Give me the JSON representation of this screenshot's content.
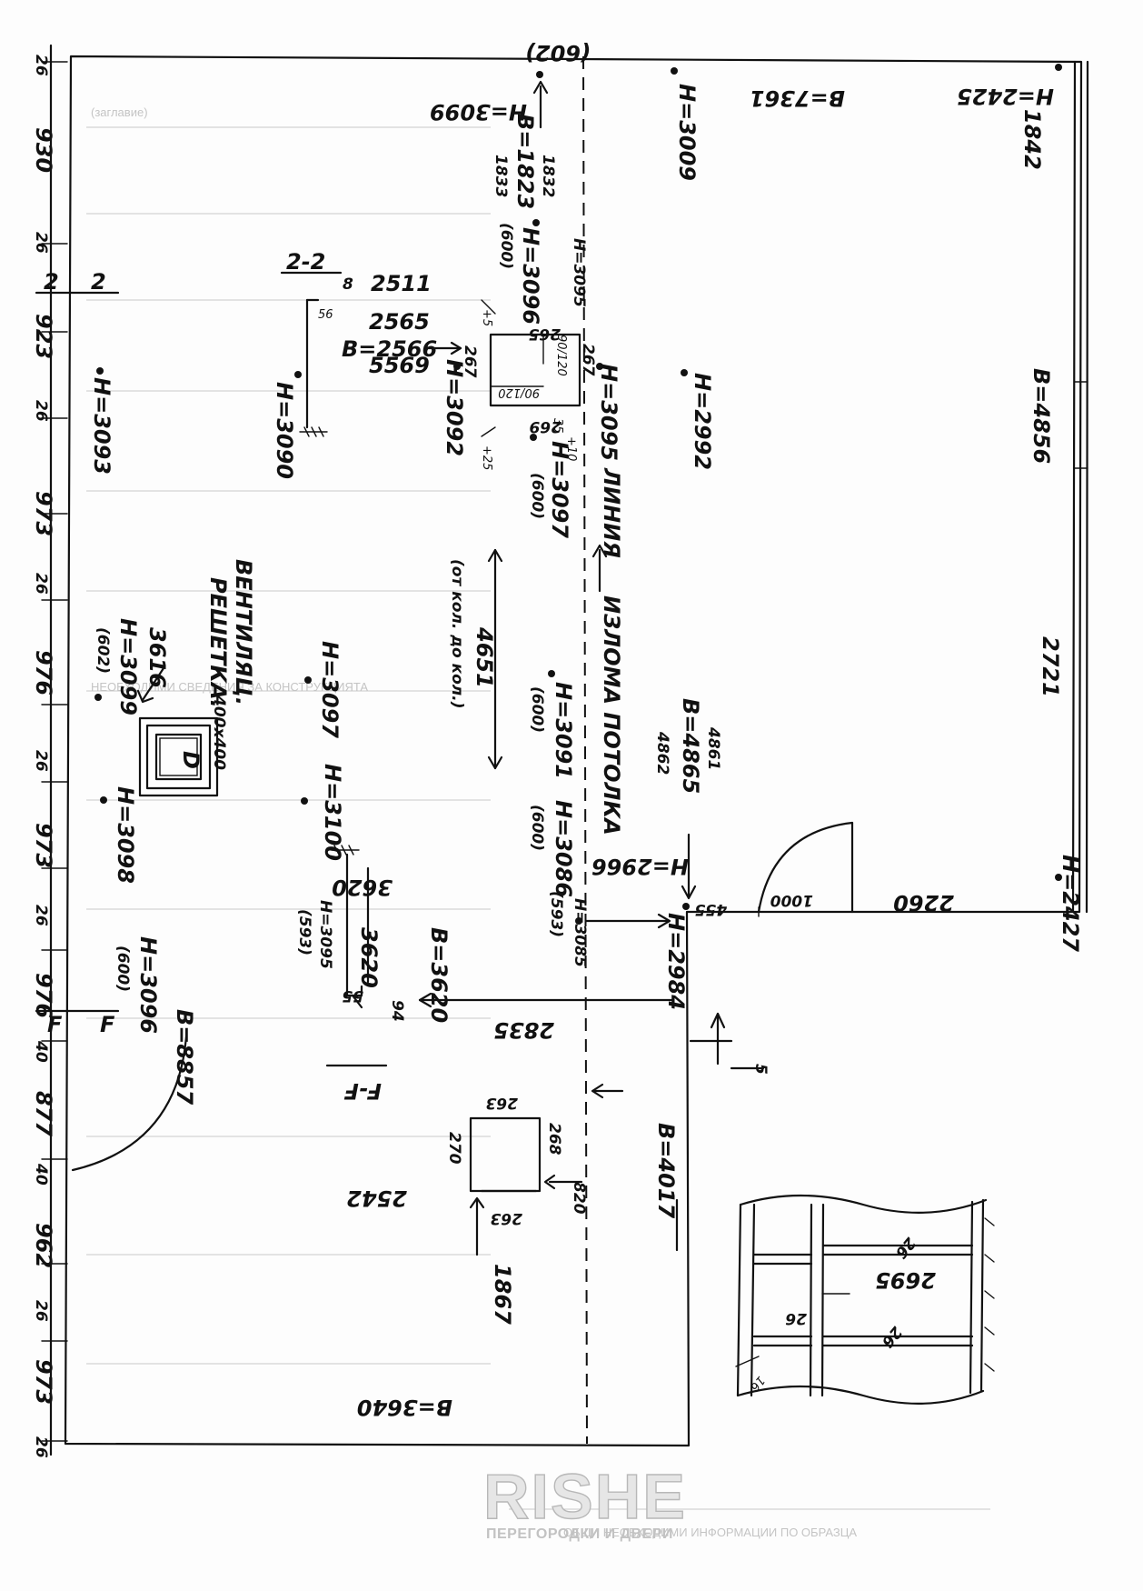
{
  "watermark": {
    "brand": "RISHE",
    "tagline": "ПЕРЕГОРОДКИ И ДВЕРИ"
  },
  "bleed_text": [
    "(заглавие)",
    "НЕОБХОДИМИ СВЕДЕНИЯ ЗА КОНСТРУКЦИЯТА",
    "ОБЩИ НЕОБХОДИМИ ИНФОРМАЦИИ ПО ОБРАЗЦА"
  ],
  "left_dimensions": [
    "26",
    "930",
    "26",
    "923",
    "26",
    "973",
    "26",
    "976",
    "26",
    "973",
    "26",
    "976",
    "40",
    "877",
    "40",
    "962",
    "26",
    "973",
    "26"
  ],
  "section_marks": {
    "left_a": "2",
    "left_b": "2",
    "bracket": "2-2",
    "left_f": "F",
    "left_f2": "F",
    "bracket_f": "F-F"
  },
  "heights": {
    "top_left": "H=3099",
    "top_left_sub": "(602)",
    "top_mid": "H=3009",
    "top_right": "H=2425",
    "h3096": "H=3096",
    "h3096_sub": "(600)",
    "h3095a": "H=3095",
    "h3095b": "H=3095",
    "h3092": "H=3092",
    "h3090": "H=3090",
    "h3093": "H=3093",
    "h2992": "H=2992",
    "h3097a": "H=3097",
    "h3097a_sub": "(600)",
    "h3091": "H=3091",
    "h3091_sub": "(600)",
    "h3086": "H=3086",
    "h3086_sub": "(600)",
    "h3099b": "H=3099",
    "h3099b_sub": "(602)",
    "h3097b": "H=3097",
    "h3100": "H=3100",
    "h3098": "H=3098",
    "h3095c": "H=3095",
    "h3095c_sub": "(593)",
    "h3085": "H=3085",
    "h3085_sub": "(593)",
    "h2966": "H=2966",
    "h2984": "H=2984",
    "h3096b": "H=3096",
    "h3096b_sub": "(600)",
    "h2427": "H=2427"
  },
  "widths": {
    "b7361": "B=7361",
    "b1832": "1832",
    "b1823": "B=1823",
    "b1833": "1833",
    "b4856": "B=4856",
    "b1842": "1842",
    "b2721": "2721",
    "b2566a": "2565",
    "b2566": "B=2566",
    "b5569": "5569",
    "b2511": "2511",
    "b4861": "4861",
    "b4865": "B=4865",
    "b4862": "4862",
    "b4651": "4651",
    "b3620": "B=3620",
    "b3620a": "3620",
    "b3620b": "3620",
    "b2835": "2835",
    "b8857": "B=8857",
    "b4017": "B=4017",
    "b2542": "2542",
    "b1867": "1867",
    "b3640": "B=3640",
    "b2260": "2260",
    "b1000": "1000",
    "b455": "455"
  },
  "small_dims": {
    "d8": "8",
    "d56": "56",
    "d265": "265",
    "d267": "267",
    "d267b": "267",
    "d269": "269",
    "d90_120": "90/120",
    "d90_120b": "90/120",
    "d15": "+5",
    "d25": "+25",
    "d35": "35",
    "d103": "+10",
    "d55": "55",
    "d94": "94",
    "d263": "263",
    "d263b": "263",
    "d270": "270",
    "d268": "268",
    "d820": "820",
    "d2695": "2695",
    "d26a": "26",
    "d26b": "26",
    "d26c": "26",
    "d16": "16",
    "d5": "5"
  },
  "notes": {
    "break_line": "ЛИНИЯ",
    "break_line2": "ИЗЛОМА ПОТОЛКА",
    "from_col": "(от кол. до кол.)",
    "vent": "ВЕНТИЛЯЦ.",
    "vent2": "РЕШЕТКА.",
    "vent_size": "400x400",
    "vent_id": "3616",
    "door_mark": "D"
  }
}
